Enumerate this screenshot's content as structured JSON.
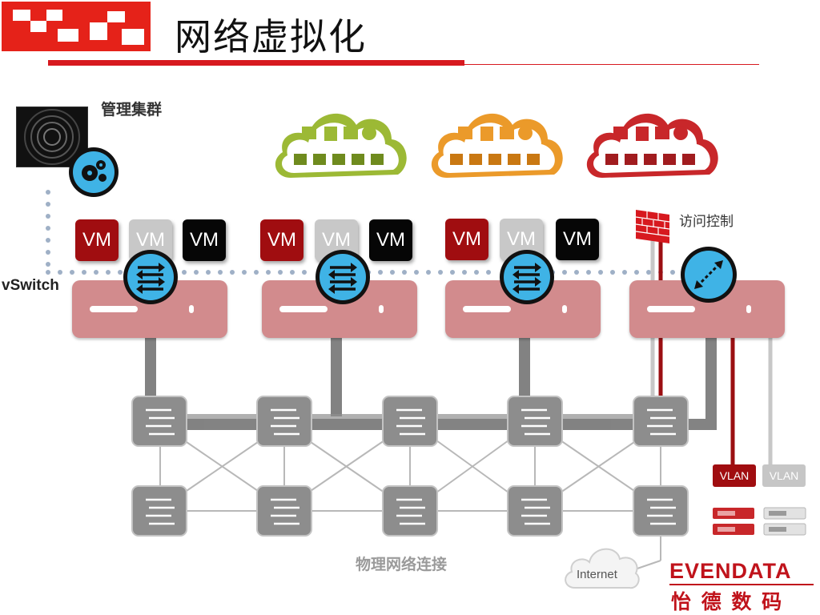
{
  "header": {
    "title": "网络虚拟化"
  },
  "labels": {
    "management_cluster": "管理集群",
    "vswitch": "vSwitch",
    "access_control": "访问控制",
    "physical_network": "物理网络连接",
    "internet": "Internet"
  },
  "vm_groups": [
    {
      "vms": [
        "VM",
        "VM",
        "VM"
      ]
    },
    {
      "vms": [
        "VM",
        "VM",
        "VM"
      ]
    },
    {
      "vms": [
        "VM",
        "VM",
        "VM"
      ]
    }
  ],
  "vlans": [
    "VLAN",
    "VLAN"
  ],
  "brand": {
    "name": "EVENDATA",
    "chinese": "怡 德 数 码",
    "color": "#c0131b"
  },
  "colors": {
    "accent_red": "#d7191f",
    "cloud_green": "#9cb935",
    "cloud_orange": "#eb9a2a",
    "cloud_red": "#c8272a",
    "switch_blue": "#3fb3e6",
    "server_pink": "#d28b8d"
  },
  "icons": {
    "logo": "checker-logo-icon",
    "gear": "gear-icon",
    "firewall": "firewall-icon",
    "vswitch": "vswitch-arrows-icon",
    "cloud": "cloud-icon",
    "network_switch": "network-switch-icon"
  }
}
